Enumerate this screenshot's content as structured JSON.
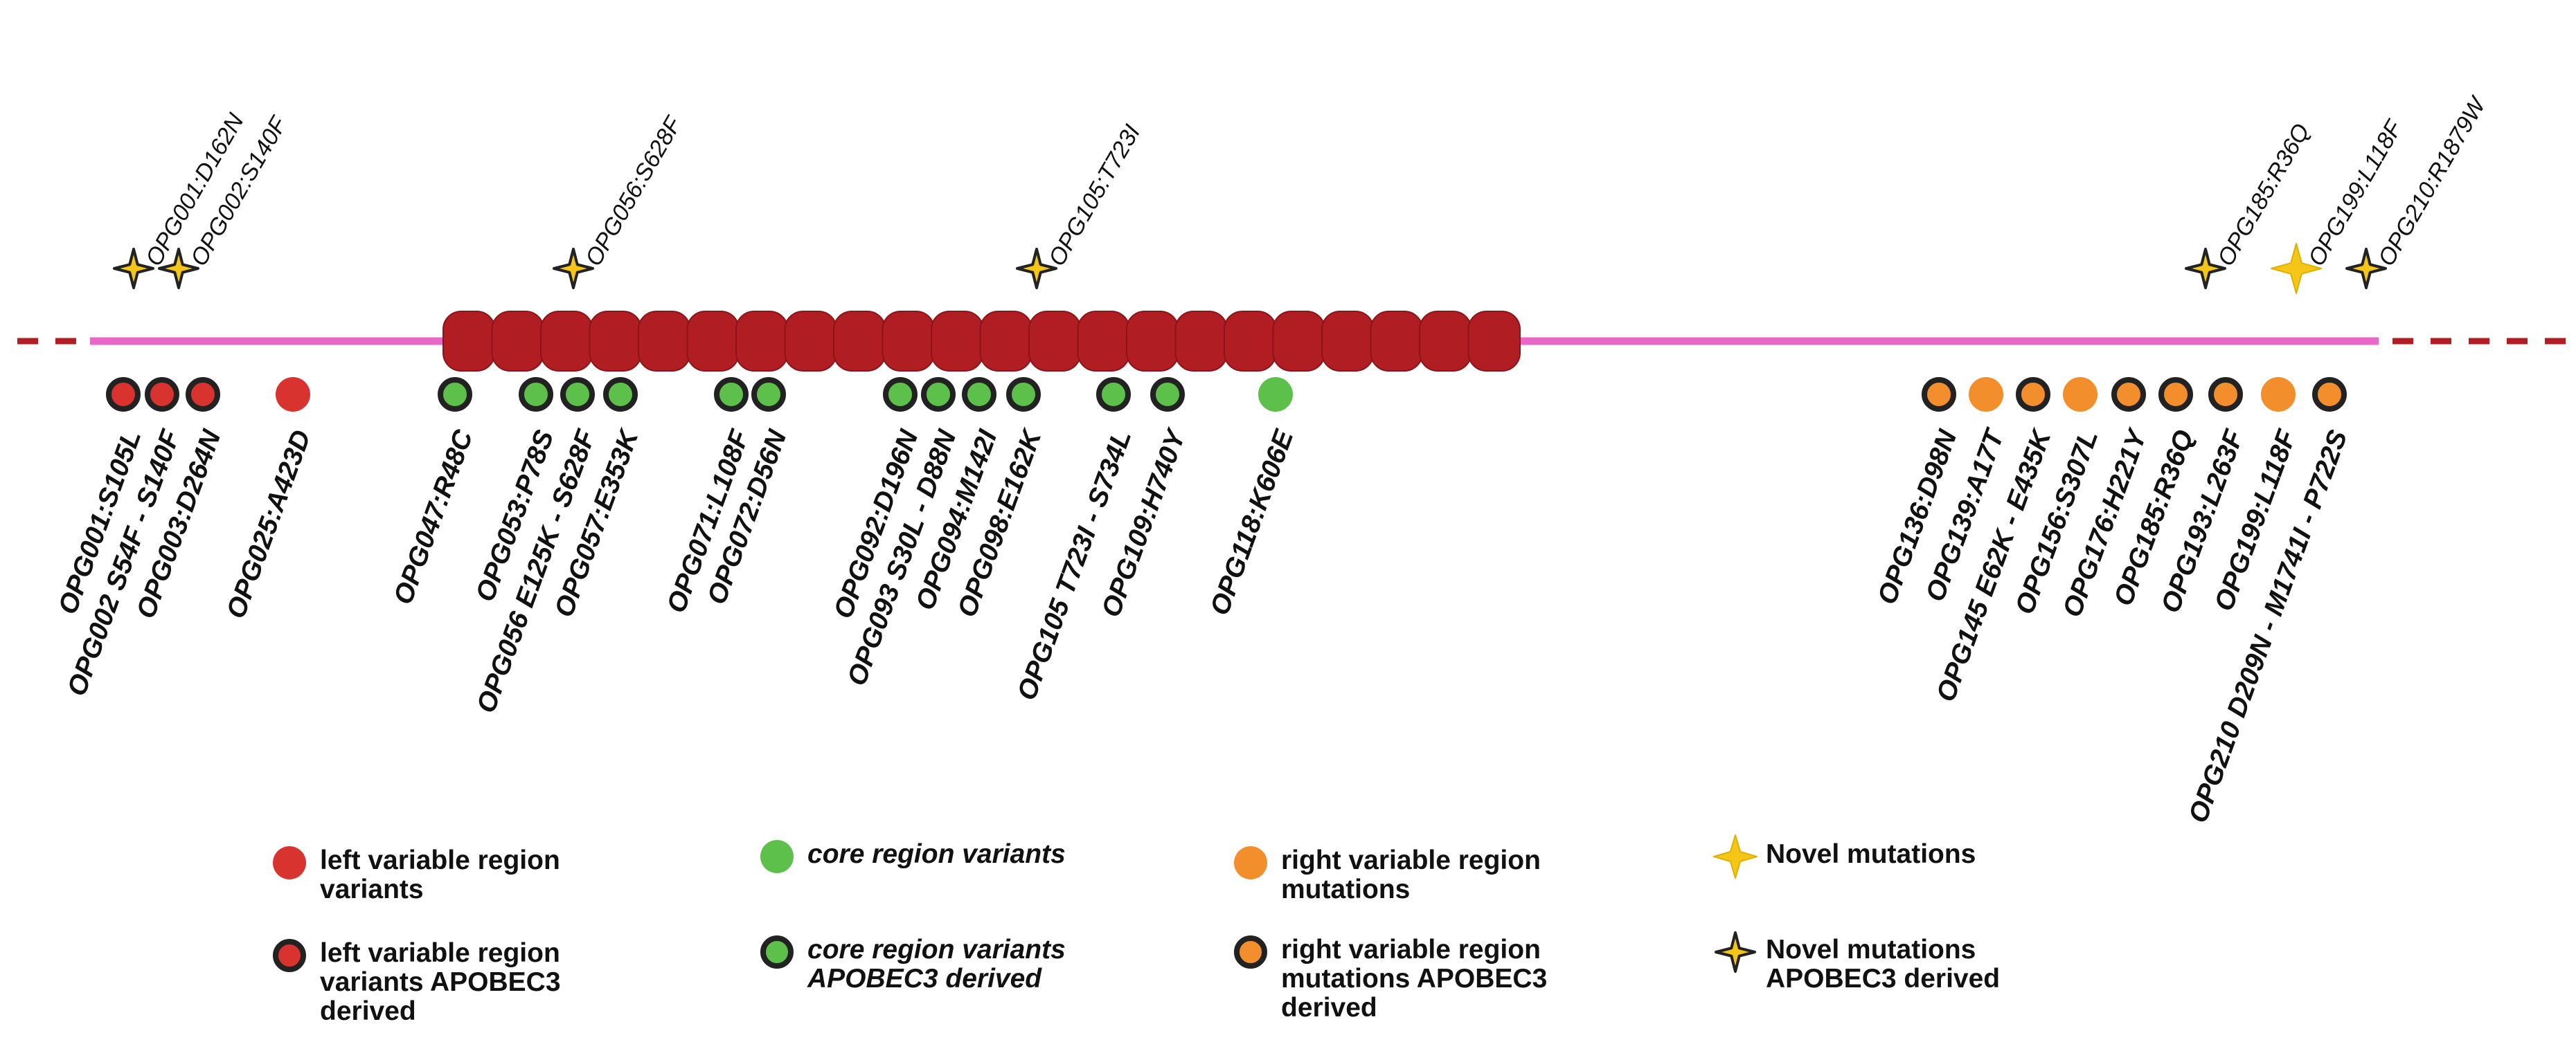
{
  "genome": {
    "colors": {
      "line": "#e768c6",
      "core": "#b01e24",
      "core_stroke": "#8c1418",
      "dash": "#b01e24",
      "left": "#d8332f",
      "core_variant": "#5cc04a",
      "right": "#f28e2b",
      "star": "#f5c518",
      "outline": "#222222"
    }
  },
  "bottom_markers": [
    {
      "label": "OPG001:S105L",
      "type": "left",
      "apobec": true
    },
    {
      "label": "OPG002 S54F -  S140F",
      "type": "left",
      "apobec": true
    },
    {
      "label": "OPG003:D264N",
      "type": "left",
      "apobec": true
    },
    {
      "label": "OPG025:A423D",
      "type": "left",
      "apobec": false
    },
    {
      "label": "OPG047:R48C",
      "type": "core",
      "apobec": true
    },
    {
      "label": "OPG053:P78S",
      "type": "core",
      "apobec": true
    },
    {
      "label": "OPG056   E125K - S628F",
      "type": "core",
      "apobec": true
    },
    {
      "label": "OPG057:E353K",
      "type": "core",
      "apobec": true
    },
    {
      "label": "OPG071:L108F",
      "type": "core",
      "apobec": true
    },
    {
      "label": "OPG072:D56N",
      "type": "core",
      "apobec": true
    },
    {
      "label": "OPG092:D196N",
      "type": "core",
      "apobec": true
    },
    {
      "label": "OPG093  S30L - D88N",
      "type": "core",
      "apobec": true
    },
    {
      "label": "OPG094:M142I",
      "type": "core",
      "apobec": true
    },
    {
      "label": "OPG098:E162K",
      "type": "core",
      "apobec": true
    },
    {
      "label": "OPG105  T723I  - S734L",
      "type": "core",
      "apobec": true
    },
    {
      "label": "OPG109:H740Y",
      "type": "core",
      "apobec": true
    },
    {
      "label": "OPG118:K606E",
      "type": "core",
      "apobec": false
    },
    {
      "label": "OPG136:D98N",
      "type": "right",
      "apobec": true
    },
    {
      "label": "OPG139:A17T",
      "type": "right",
      "apobec": false
    },
    {
      "label": "OPG145  E62K - E435K",
      "type": "right",
      "apobec": true
    },
    {
      "label": "OPG156:S307L",
      "type": "right",
      "apobec": false
    },
    {
      "label": "OPG176:H221Y",
      "type": "right",
      "apobec": true
    },
    {
      "label": "OPG185:R36Q",
      "type": "right",
      "apobec": true
    },
    {
      "label": "OPG193:L263F",
      "type": "right",
      "apobec": true
    },
    {
      "label": "OPG199:L118F",
      "type": "right",
      "apobec": false
    },
    {
      "label": "OPG210 D209N - M1741I - P722S",
      "type": "right",
      "apobec": true
    }
  ],
  "top_markers": [
    {
      "label": "OPG001:D162N",
      "apobec": true
    },
    {
      "label": "OPG002:S140F",
      "apobec": true
    },
    {
      "label": "OPG056:S628F",
      "apobec": true
    },
    {
      "label": "OPG105:T723I",
      "apobec": true
    },
    {
      "label": "OPG185:R36Q",
      "apobec": true
    },
    {
      "label": "OPG199:L118F",
      "apobec": false
    },
    {
      "label": "OPG210:R1879W",
      "apobec": true
    }
  ],
  "legend": [
    {
      "type": "left",
      "apobec": false,
      "label": "left variable region\nvariants",
      "italic": false
    },
    {
      "type": "left",
      "apobec": true,
      "label": "left variable region\nvariants APOBEC3\nderived",
      "italic": false
    },
    {
      "type": "core",
      "apobec": false,
      "label": "core region variants",
      "italic": true
    },
    {
      "type": "core",
      "apobec": true,
      "label": "core region variants\nAPOBEC3 derived",
      "italic": true
    },
    {
      "type": "right",
      "apobec": false,
      "label": "right variable region\nmutations",
      "italic": false
    },
    {
      "type": "right",
      "apobec": true,
      "label": "right variable region\nmutations APOBEC3\nderived",
      "italic": false
    },
    {
      "type": "star",
      "apobec": false,
      "label": "Novel mutations",
      "italic": false
    },
    {
      "type": "star",
      "apobec": true,
      "label": "Novel mutations\nAPOBEC3 derived",
      "italic": false
    }
  ]
}
